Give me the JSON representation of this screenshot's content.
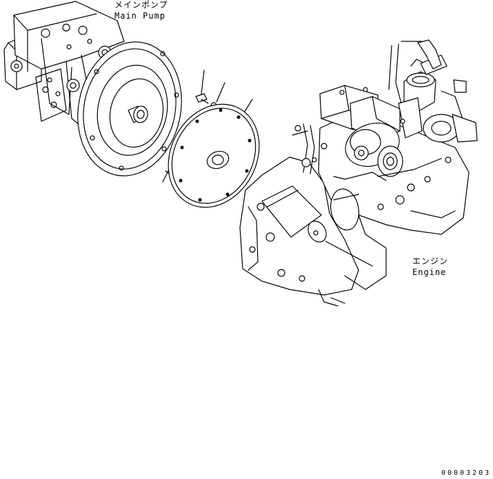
{
  "labels": {
    "main_pump_jp": "メインポンプ",
    "main_pump_en": "Main Pump",
    "engine_jp": "エンジン",
    "engine_en": "Engine"
  },
  "figure_number": "00003203",
  "colors": {
    "line": "#000000",
    "background": "#ffffff"
  }
}
